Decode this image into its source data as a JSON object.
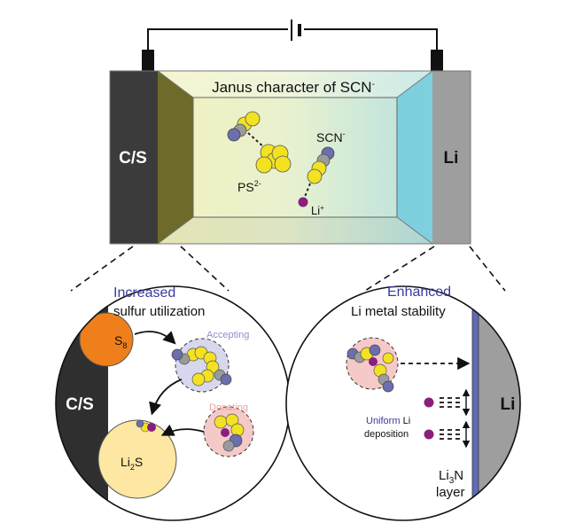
{
  "cell": {
    "title_main": "Janus character of SCN",
    "title_sup": "-",
    "cathode_label": "C/S",
    "anode_label": "Li",
    "ps_label": "PS",
    "ps_sup": "2-",
    "scn_label": "SCN",
    "scn_sup": "-",
    "li_ion_label": "Li",
    "li_ion_sup": "+"
  },
  "left_zoom": {
    "heading_1": "Increased",
    "heading_2": "sulfur utilization",
    "electrode_label": "C/S",
    "s8_label": "S",
    "s8_sub": "8",
    "li2s_label_a": "Li",
    "li2s_sub": "2",
    "li2s_label_b": "S",
    "accepting_label": "Accepting",
    "donating_label": "Donating"
  },
  "right_zoom": {
    "heading_1": "Enhanced",
    "heading_2": "Li metal stability",
    "electrode_label": "Li",
    "uniform_word": "Uniform",
    "li_word": "Li",
    "deposition_word": "deposition",
    "li3n_a": "Li",
    "li3n_sub": "3",
    "li3n_b": "N",
    "layer_word": "layer"
  },
  "colors": {
    "cathode": "#3b3b3b",
    "anode": "#9e9e9e",
    "sulfur": "#f2e222",
    "carbon": "#9a9a9a",
    "nitrogen": "#6b6fae",
    "lithium": "#8a1e7e",
    "s8": "#ef7f1a",
    "li2s": "#fde7a2",
    "accent_blue": "#3a3aa0",
    "accepting": "#8f8fd0",
    "donating": "#f2a0a0"
  }
}
